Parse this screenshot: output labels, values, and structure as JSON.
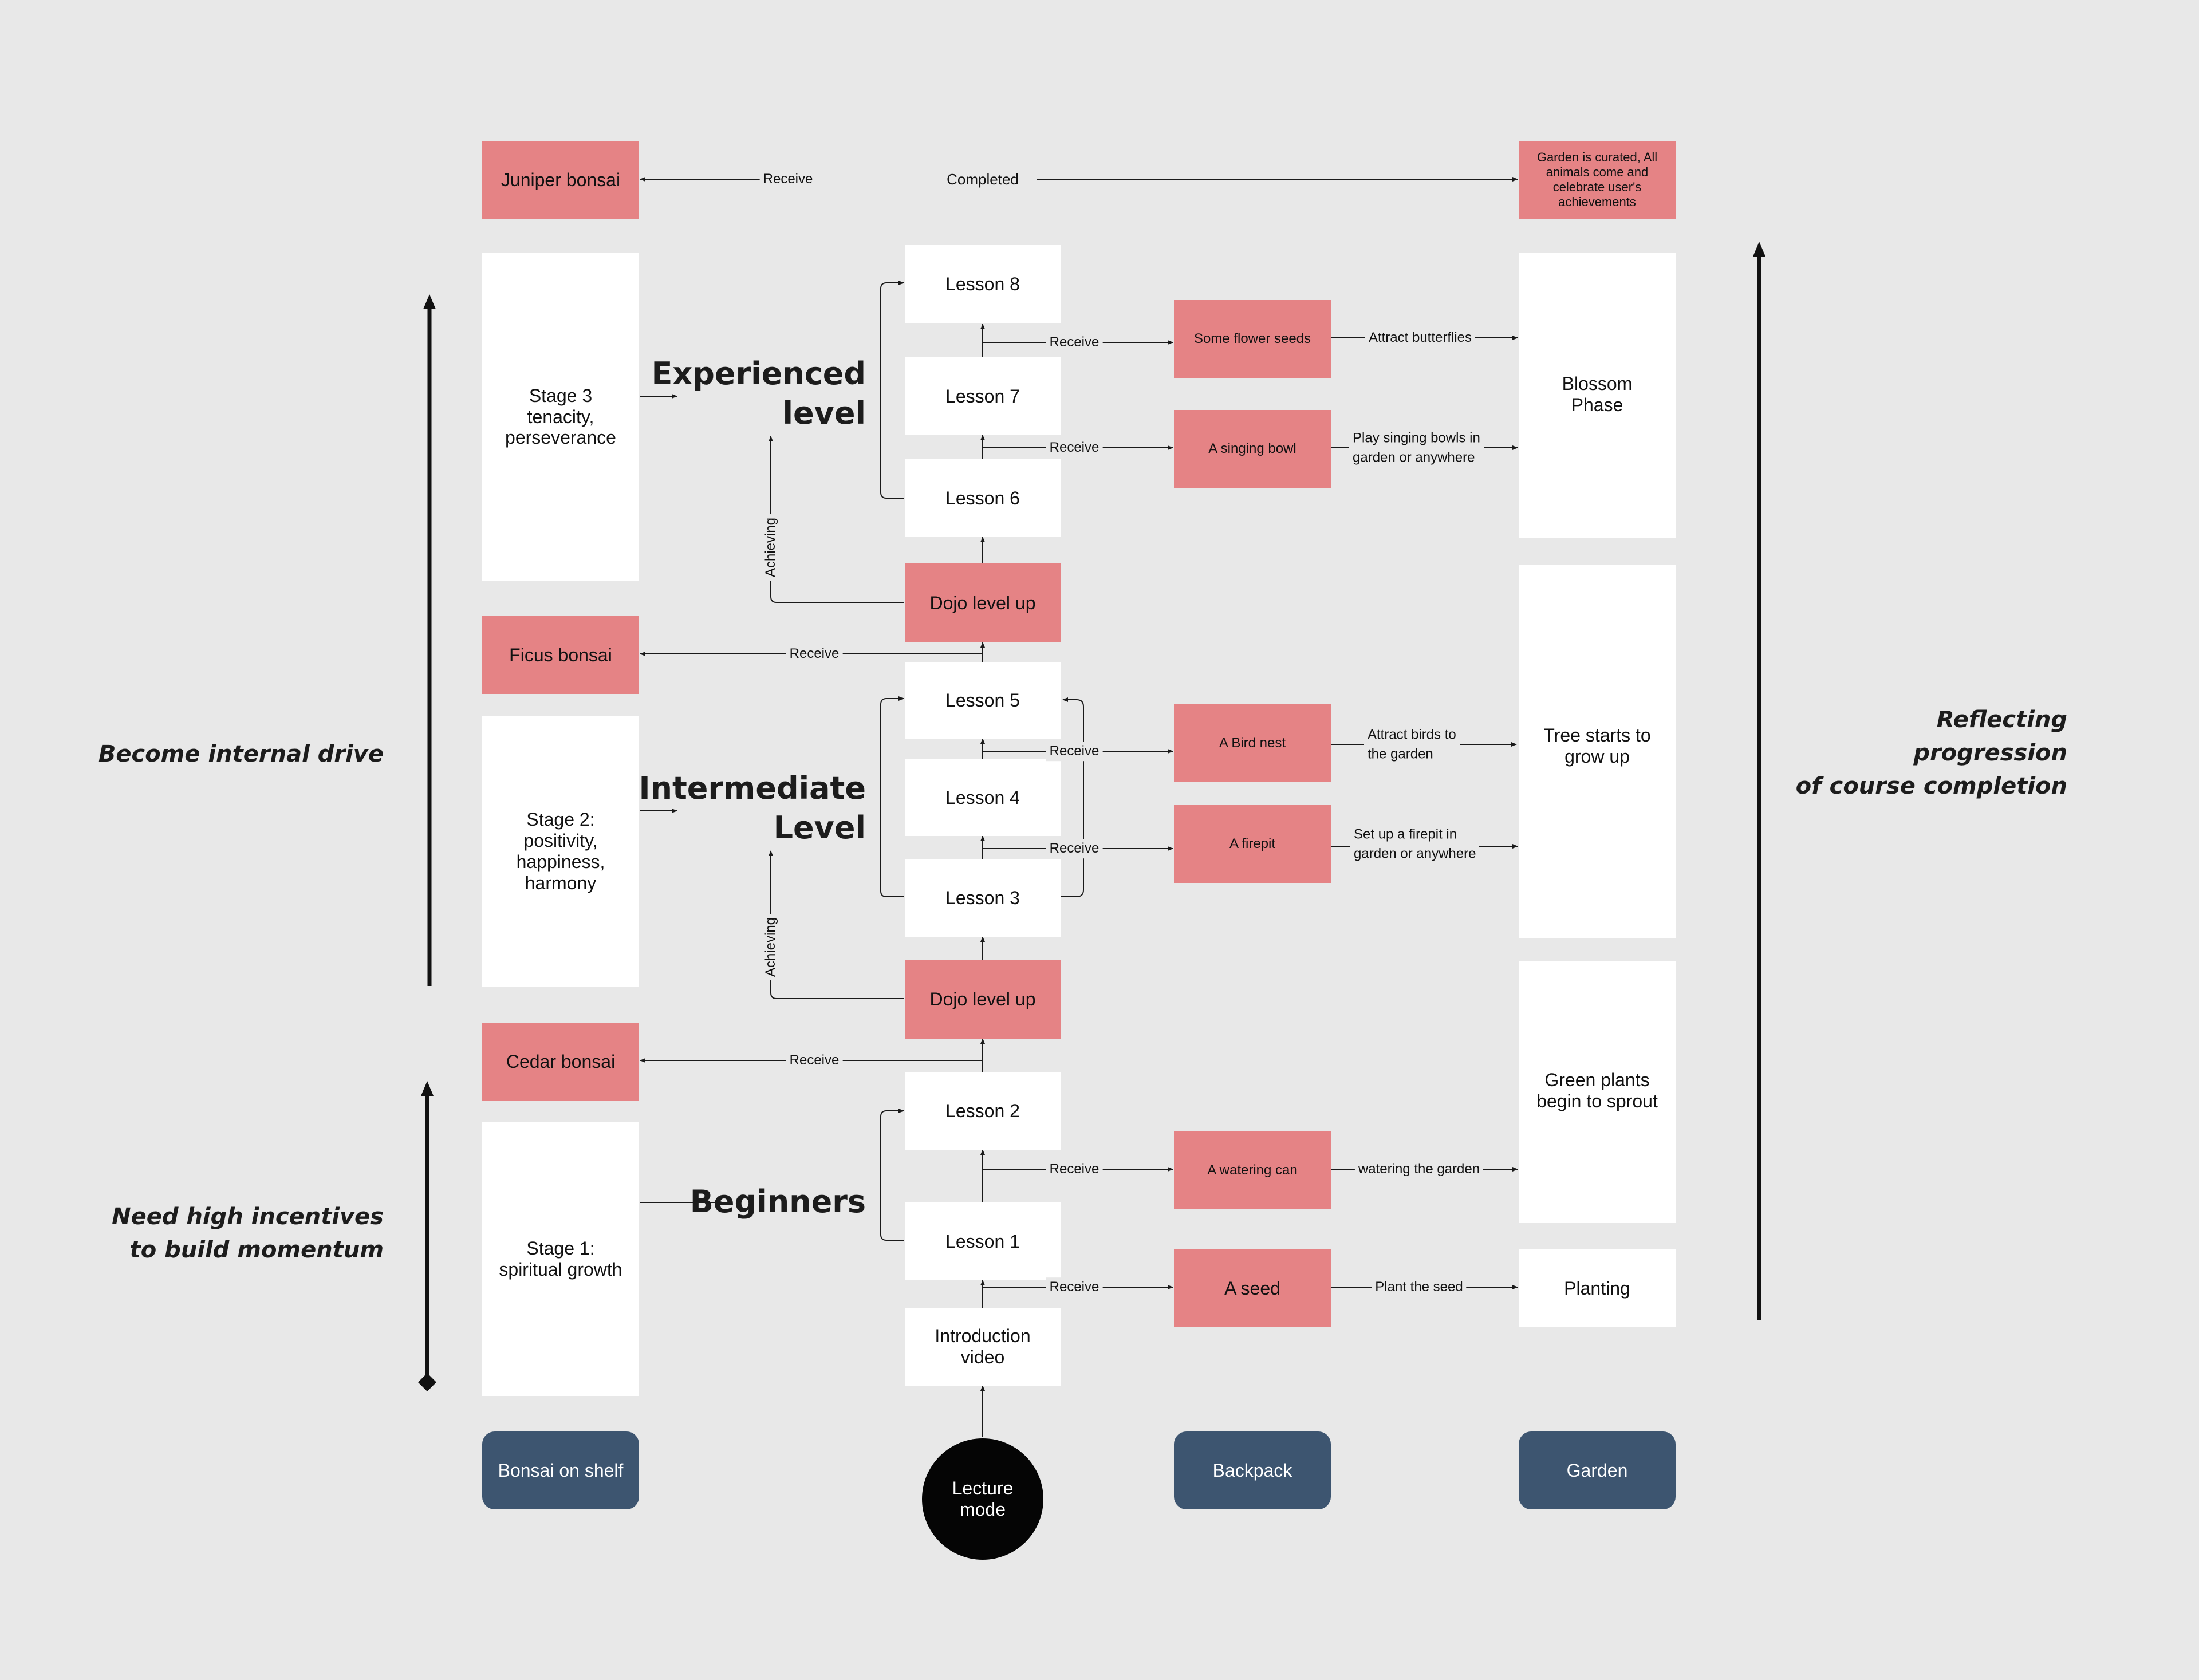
{
  "columns": {
    "shelf": "Bonsai on shelf",
    "lecture": "Lecture\nmode",
    "backpack": "Backpack",
    "garden": "Garden"
  },
  "top": {
    "juniper": "Juniper bonsai",
    "completed": "Completed",
    "garden_final": "Garden is curated, All animals come and celebrate user's achievements"
  },
  "stages": {
    "stage3": "Stage 3\ntenacity,\nperseverance",
    "stage2": "Stage 2:\npositivity,\nhappiness,\nharmony",
    "stage1": "Stage 1:\nspiritual growth"
  },
  "bonsai": {
    "ficus": "Ficus bonsai",
    "cedar": "Cedar bonsai"
  },
  "levels": {
    "experienced": "Experienced\nlevel",
    "intermediate": "Intermediate\nLevel",
    "beginners": "Beginners"
  },
  "lessons": {
    "l8": "Lesson 8",
    "l7": "Lesson 7",
    "l6": "Lesson 6",
    "l5": "Lesson 5",
    "l4": "Lesson 4",
    "l3": "Lesson 3",
    "l2": "Lesson 2",
    "l1": "Lesson 1",
    "intro": "Introduction video",
    "dojo": "Dojo level up"
  },
  "items": {
    "flower_seeds": "Some flower seeds",
    "singing_bowl": "A singing bowl",
    "bird_nest": "A Bird nest",
    "firepit": "A firepit",
    "watering_can": "A watering can",
    "seed": "A seed"
  },
  "garden": {
    "blossom": "Blossom\nPhase",
    "tree": "Tree starts to\ngrow up",
    "green": "Green plants\nbegin to sprout",
    "planting": "Planting"
  },
  "edges": {
    "receive": "Receive",
    "achieving": "Achieving",
    "attract_butterflies": "Attract butterflies",
    "play_singing": "Play singing bowls in\ngarden or anywhere",
    "attract_birds": "Attract birds to\nthe garden",
    "setup_firepit": "Set up a firepit in\ngarden or anywhere",
    "watering_garden": "watering the garden",
    "plant_seed": "Plant the seed"
  },
  "side": {
    "internal_drive": "Become internal drive",
    "high_incentives": "Need high incentives\nto build momentum",
    "reflecting": "Reflecting progression\nof course completion"
  },
  "colors": {
    "background": "#e8e8e8",
    "reward": "#e58385",
    "column_header": "#3d5570",
    "lecture": "#050505",
    "line": "#1a1a1a"
  }
}
